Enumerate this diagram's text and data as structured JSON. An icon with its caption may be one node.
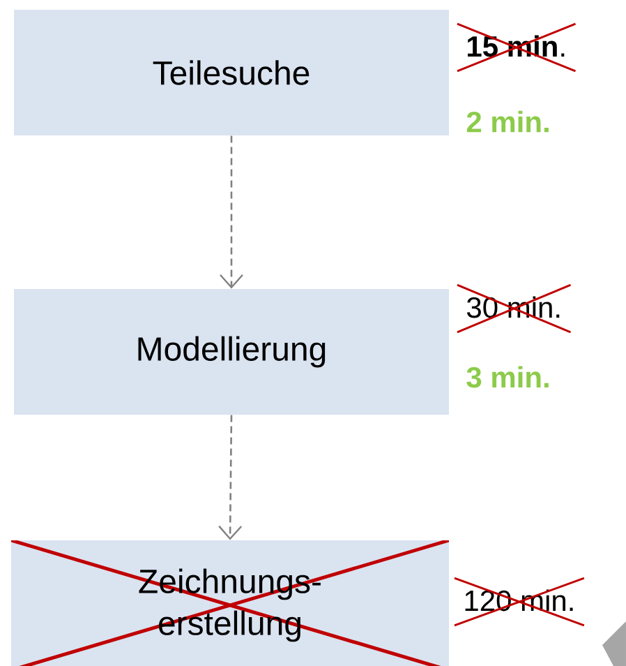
{
  "diagram": {
    "nodes": [
      {
        "text": [
          "Teilesuche"
        ],
        "beside": [
          "**15 min**.",
          "2 min."
        ]
      },
      {
        "text": [
          "Modellierung"
        ],
        "beside": [
          "30 min.",
          "3 min."
        ]
      },
      {
        "text": [
          "Zeichnungs- erstellung"
        ],
        "beside": [
          "120 min."
        ]
      }
    ],
    "edges": [
      {
        "from": 0,
        "to": 1,
        "arrow": "to",
        "style": "dashed"
      },
      {
        "from": 1,
        "to": 2,
        "arrow": "to",
        "style": "dashed"
      }
    ]
  }
}
